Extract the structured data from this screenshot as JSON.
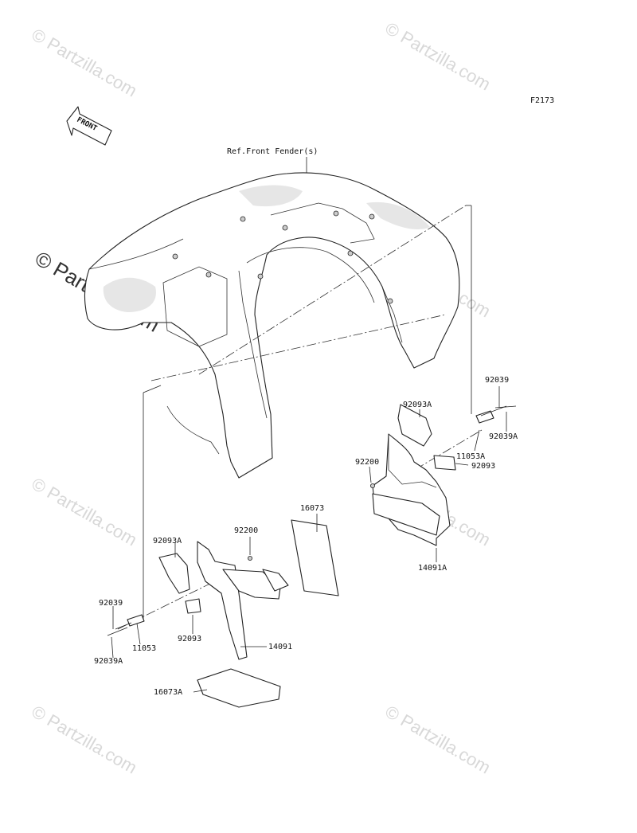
{
  "diagram": {
    "code": "F2173",
    "reference": "Ref.Front Fender(s)",
    "front_arrow": "FRONT",
    "watermark_text": "© Partzilla.com",
    "watermark_color": "#d8d8d8",
    "labels": {
      "p92039_right": "92039",
      "p92093A_right": "92093A",
      "p92039A_right": "92039A",
      "p11053A": "11053A",
      "p92200_right": "92200",
      "p92093_right": "92093",
      "p14091A": "14091A",
      "p16073": "16073",
      "p92200_left": "92200",
      "p92093A_left": "92093A",
      "p92039_left": "92039",
      "p11053": "11053",
      "p92093_left": "92093",
      "p14091": "14091",
      "p92039A_left": "92039A",
      "p16073A": "16073A"
    }
  }
}
